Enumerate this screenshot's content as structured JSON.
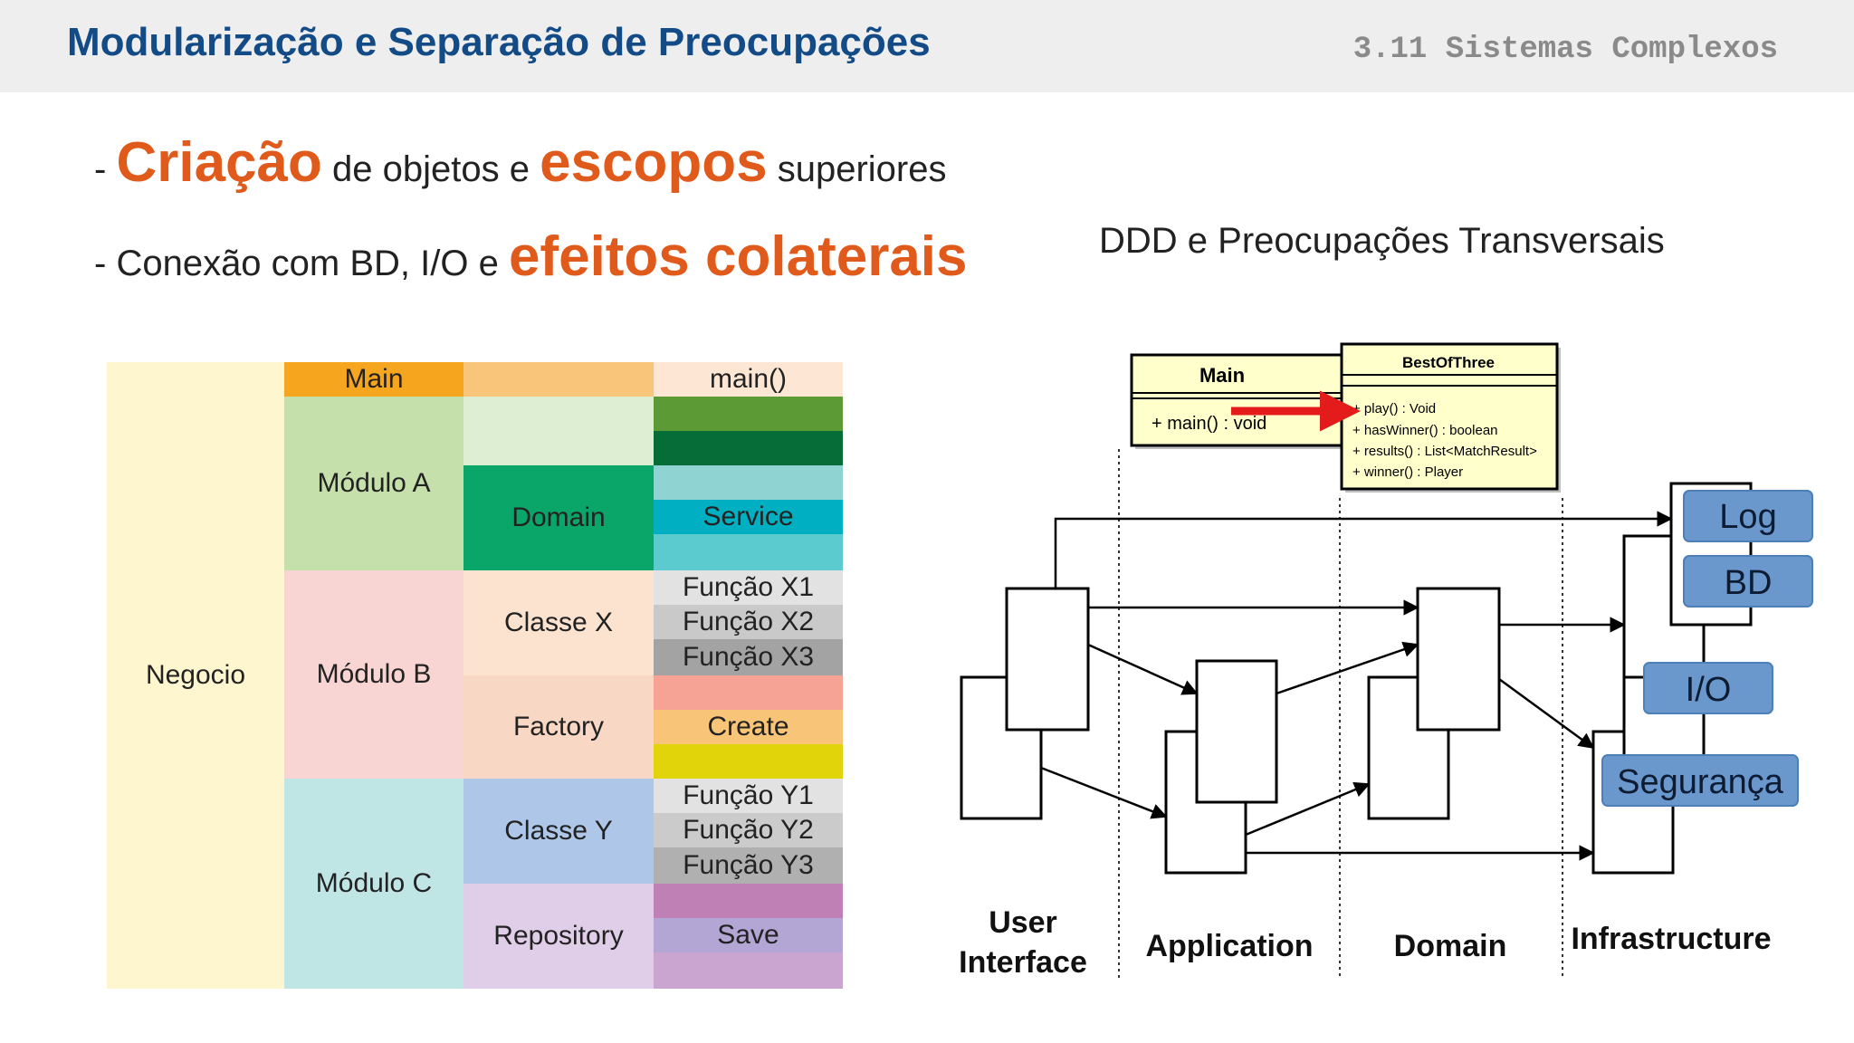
{
  "header": {
    "title": "Modularização e Separação de Preocupações",
    "section": "3.11 Sistemas Complexos"
  },
  "bullets": [
    {
      "dash": "- ",
      "hl1": "Criação",
      "t1": " de objetos e ",
      "hl2": "escopos",
      "t2": " superiores"
    },
    {
      "dash": "- ",
      "t1": "Conexão com BD, I/O e ",
      "hl1": "efeitos colaterais"
    }
  ],
  "colors": {
    "title": "#134b86",
    "highlight": "#e05a1c"
  },
  "modules": {
    "negocio": "Negocio",
    "main": "Main",
    "main_fn": "main()",
    "modulo_a": "Módulo A",
    "modulo_b": "Módulo B",
    "modulo_c": "Módulo C",
    "domain": "Domain",
    "service": "Service",
    "classe_x": "Classe X",
    "funcao_x1": "Função X1",
    "funcao_x2": "Função X2",
    "funcao_x3": "Função X3",
    "factory": "Factory",
    "create": "Create",
    "classe_y": "Classe Y",
    "funcao_y1": "Função Y1",
    "funcao_y2": "Função Y2",
    "funcao_y3": "Função Y3",
    "repository": "Repository",
    "save": "Save"
  },
  "ddd": {
    "caption": "DDD e Preocupações Transversais",
    "main_class": {
      "name": "Main",
      "method": "+ main() : void"
    },
    "best_class": {
      "name": "BestOfThree",
      "methods": [
        "+ play() : Void",
        "+ hasWinner() : boolean",
        "+ results() : List<MatchResult>",
        "+ winner() : Player"
      ]
    },
    "layers": {
      "ui_line1": "User",
      "ui_line2": "Interface",
      "application": "Application",
      "domain": "Domain",
      "infrastructure": "Infrastructure"
    },
    "concerns": {
      "log": "Log",
      "bd": "BD",
      "io": "I/O",
      "seguranca": "Segurança"
    }
  }
}
